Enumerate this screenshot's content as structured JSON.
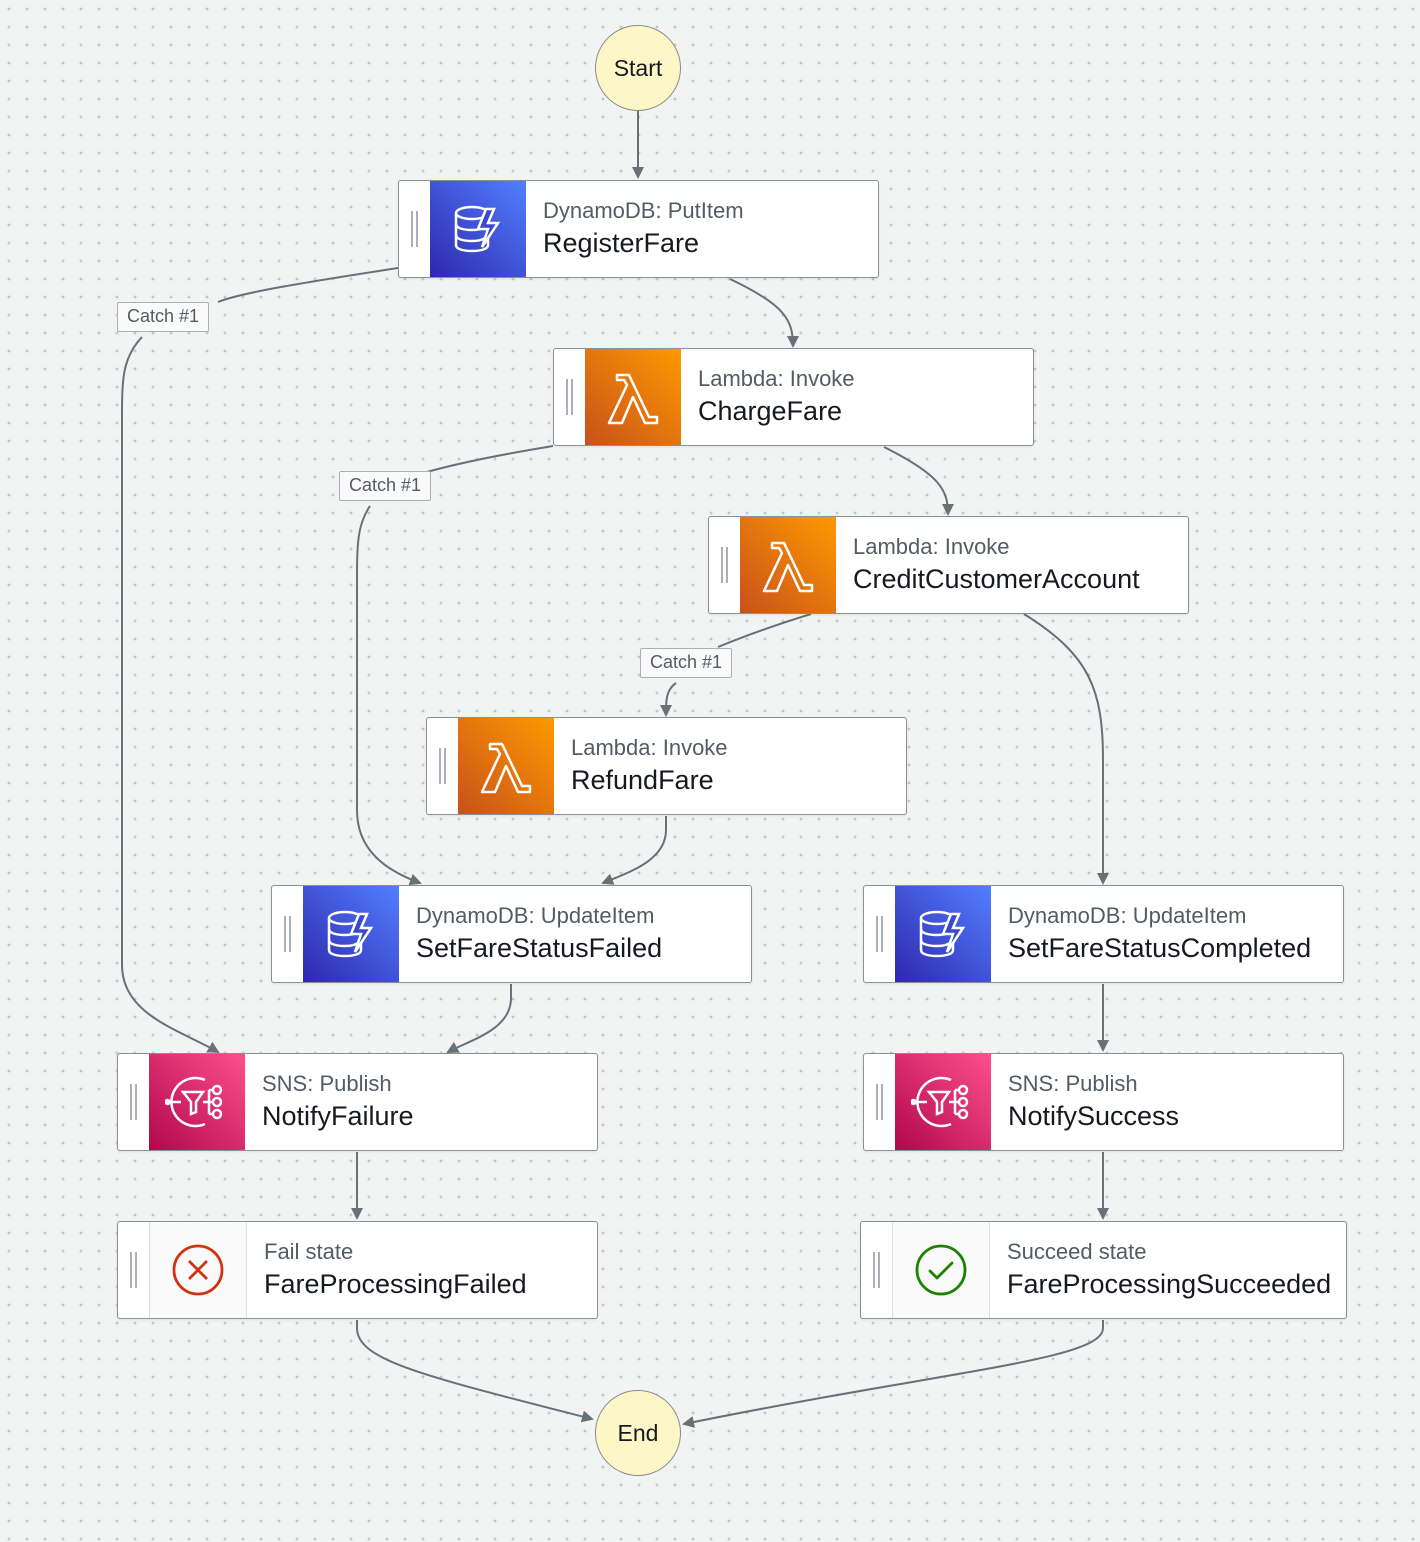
{
  "terminals": {
    "start": "Start",
    "end": "End"
  },
  "states": [
    {
      "id": "register",
      "service": "DynamoDB: PutItem",
      "name": "RegisterFare",
      "icon": "dynamodb-icon"
    },
    {
      "id": "charge",
      "service": "Lambda: Invoke",
      "name": "ChargeFare",
      "icon": "lambda-icon"
    },
    {
      "id": "credit",
      "service": "Lambda: Invoke",
      "name": "CreditCustomerAccount",
      "icon": "lambda-icon"
    },
    {
      "id": "refund",
      "service": "Lambda: Invoke",
      "name": "RefundFare",
      "icon": "lambda-icon"
    },
    {
      "id": "setfailed",
      "service": "DynamoDB: UpdateItem",
      "name": "SetFareStatusFailed",
      "icon": "dynamodb-icon"
    },
    {
      "id": "setcompleted",
      "service": "DynamoDB: UpdateItem",
      "name": "SetFareStatusCompleted",
      "icon": "dynamodb-icon"
    },
    {
      "id": "notifyfailure",
      "service": "SNS: Publish",
      "name": "NotifyFailure",
      "icon": "sns-icon"
    },
    {
      "id": "notifysuccess",
      "service": "SNS: Publish",
      "name": "NotifySuccess",
      "icon": "sns-icon"
    },
    {
      "id": "failstate",
      "service": "Fail state",
      "name": "FareProcessingFailed",
      "icon": "fail-icon"
    },
    {
      "id": "succeedstate",
      "service": "Succeed state",
      "name": "FareProcessingSucceeded",
      "icon": "succeed-icon"
    }
  ],
  "catch_labels": [
    "Catch #1",
    "Catch #1",
    "Catch #1"
  ],
  "colors": {
    "dynamodb": "#3b48cc",
    "lambda": "#ed7100",
    "sns": "#e7157b",
    "terminal_fill": "#fdf6c7",
    "fail": "#d13212",
    "succeed": "#1d8102",
    "edge": "#687078"
  }
}
